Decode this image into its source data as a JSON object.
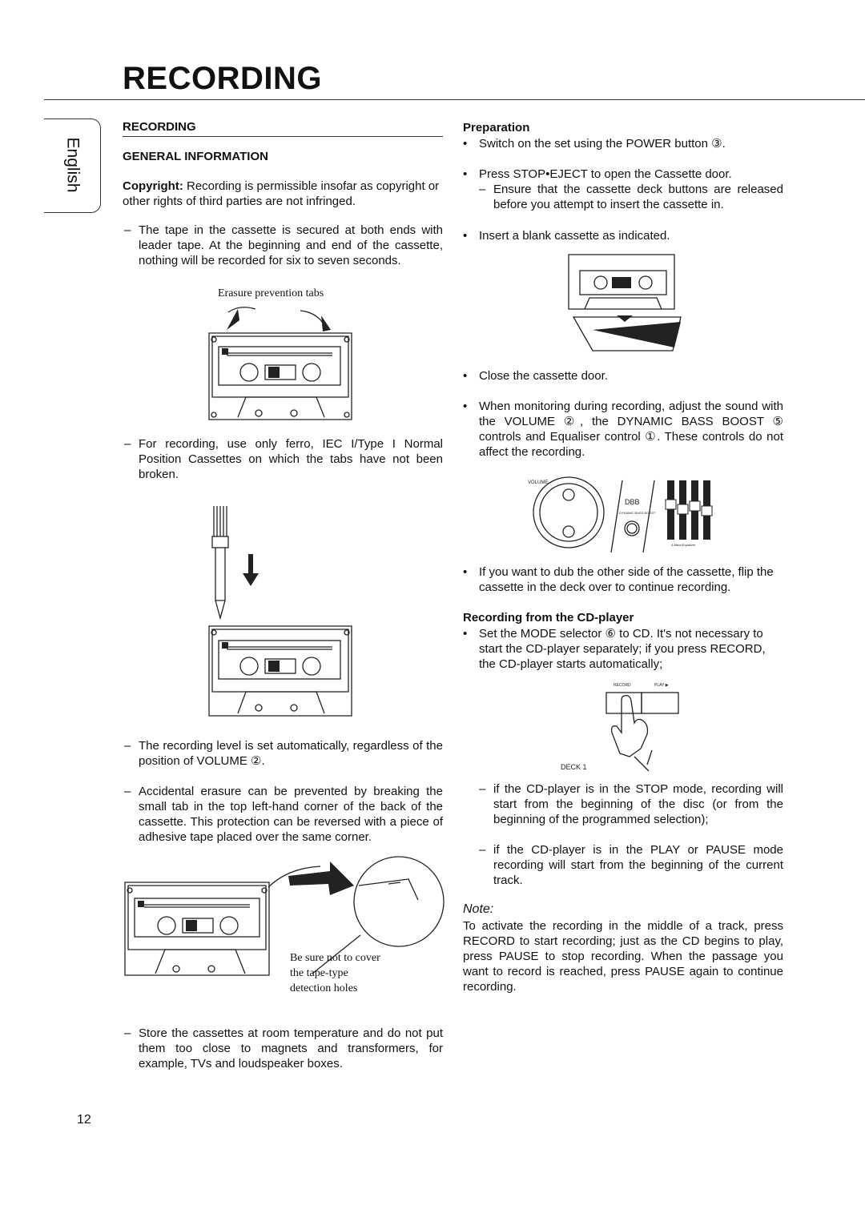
{
  "page": {
    "title": "RECORDING",
    "side_tab": "English",
    "page_number": "12"
  },
  "left": {
    "section_heading": "RECORDING",
    "subheading": "GENERAL INFORMATION",
    "copyright_label": "Copyright:",
    "copyright_text": " Recording is permissible insofar as copyright or other rights of third parties are not infringed.",
    "p1": "The tape in the cassette is secured at both ends with leader tape. At the beginning and end of the cassette, nothing will be recorded for six to seven seconds.",
    "fig1_caption": "Erasure prevention tabs",
    "p2": "For recording, use only ferro, IEC I/Type I Normal Position Cassettes on which the tabs have not been broken.",
    "p3": "The recording level is set automatically, regardless of the position of VOLUME ②.",
    "p4": "Accidental erasure can be prevented by breaking the small tab in the top left-hand corner of the back of the cassette. This protection can be reversed with a piece of adhesive tape placed over the same corner.",
    "fig3_caption_1": "Be sure not to cover",
    "fig3_caption_2": "the tape-type",
    "fig3_caption_3": "detection holes",
    "p5": "Store the cassettes at room temperature and do not put them too close to magnets and transformers, for example, TVs and loudspeaker boxes."
  },
  "right": {
    "prep_heading": "Preparation",
    "b1": "Switch on the set using the POWER button ③.",
    "b2": "Press STOP•EJECT to open the Cassette door.",
    "b2_sub": "Ensure that the cassette deck buttons are released before you attempt to insert the cassette in.",
    "b3": "Insert a blank cassette as indicated.",
    "b4": "Close the cassette door.",
    "b5": "When monitoring during recording, adjust the sound with the VOLUME ②, the DYNAMIC BASS BOOST ⑤ controls and Equaliser control ①. These controls do not affect the recording.",
    "fig_controls_volume": "VOLUME",
    "fig_controls_dbb": "DBB",
    "fig_controls_dbb_sub": "DYNAMIC BASS BOOST",
    "fig_controls_eq": "4 Band Equalizer",
    "b6": "If you want to dub the other side of the cassette, flip the cassette in the deck over to continue recording.",
    "cd_heading": "Recording from the CD-player",
    "b7": "Set the MODE selector ⑥ to CD. It's not necessary to start the CD-player separately; if you press RECORD, the CD-player starts automatically;",
    "fig_deck_record": "RECORD",
    "fig_deck_play": "PLAY ▶",
    "fig_deck_label": "DECK 1",
    "d1": "if the CD-player is in the STOP mode, recording will start from the beginning of the disc (or from the beginning of the programmed selection);",
    "d2": "if the CD-player is in the PLAY or PAUSE mode recording will start from the beginning of the current track.",
    "note_heading": "Note:",
    "note_text": "To activate the recording in the middle of a track, press RECORD to start recording; just as the CD begins to play, press PAUSE to stop recording. When the passage you want to record is reached, press PAUSE again to continue recording."
  }
}
